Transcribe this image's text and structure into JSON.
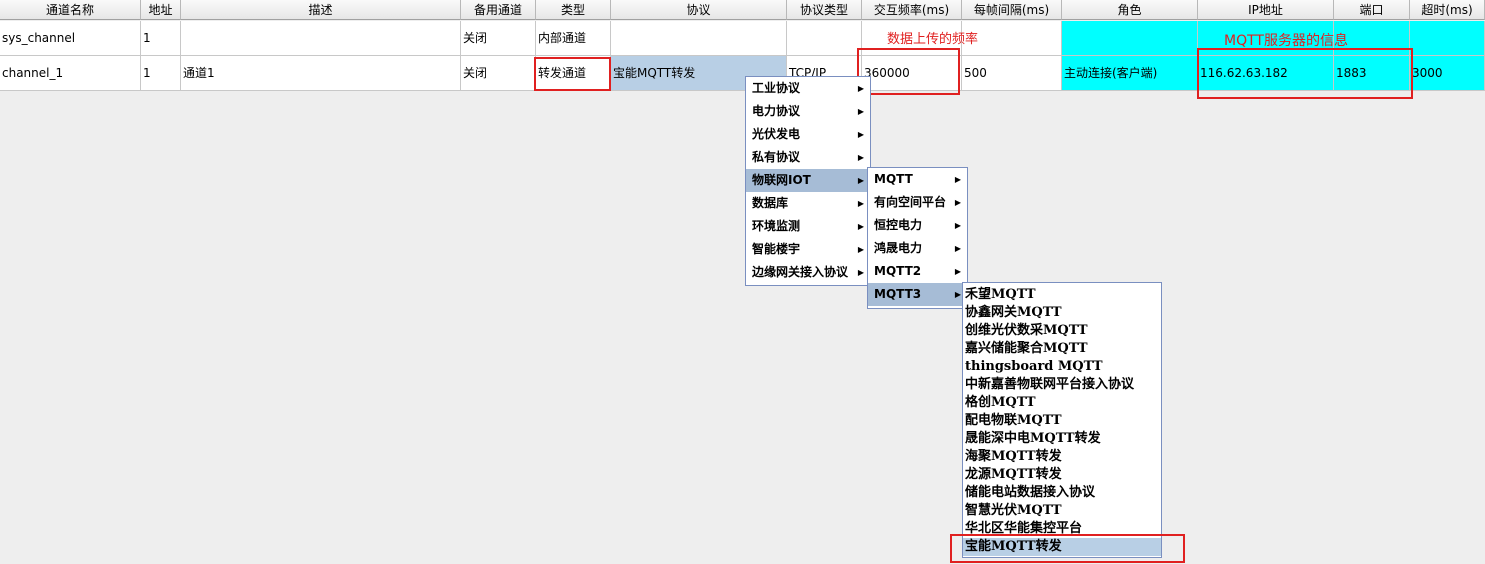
{
  "headers": [
    "通道名称",
    "地址",
    "描述",
    "备用通道",
    "类型",
    "协议",
    "协议类型",
    "交互频率(ms)",
    "每帧间隔(ms)",
    "角色",
    "IP地址",
    "端口",
    "超时(ms)"
  ],
  "rows": [
    {
      "name": "sys_channel",
      "addr": "1",
      "desc": "",
      "backup": "关闭",
      "type": "内部通道",
      "protocol": "",
      "ptype": "",
      "freq": "",
      "interval": "",
      "role": "",
      "ip": "",
      "port": "",
      "timeout": ""
    },
    {
      "name": "channel_1",
      "addr": "1",
      "desc": "通道1",
      "backup": "关闭",
      "type": "转发通道",
      "protocol": "宝能MQTT转发",
      "ptype": "TCP/IP",
      "freq": "360000",
      "interval": "500",
      "role": "主动连接(客户端)",
      "ip": "116.62.63.182",
      "port": "1883",
      "timeout": "3000"
    }
  ],
  "annotations": {
    "freq_note": "数据上传的频率",
    "mqtt_note": "MQTT服务器的信息"
  },
  "menu1": [
    "工业协议",
    "电力协议",
    "光伏发电",
    "私有协议",
    "物联网IOT",
    "数据库",
    "环境监测",
    "智能楼宇",
    "边缘网关接入协议"
  ],
  "menu2": [
    "MQTT",
    "有向空间平台",
    "恒控电力",
    "鸿晟电力",
    "MQTT2",
    "MQTT3"
  ],
  "menu3": [
    "禾望MQTT",
    "协鑫网关MQTT",
    "创维光伏数采MQTT",
    "嘉兴储能聚合MQTT",
    "thingsboard MQTT",
    "中新嘉善物联网平台接入协议",
    "格创MQTT",
    "配电物联MQTT",
    "晟能深中电MQTT转发",
    "海聚MQTT转发",
    "龙源MQTT转发",
    "储能电站数据接入协议",
    "智慧光伏MQTT",
    "华北区华能集控平台",
    "宝能MQTT转发"
  ],
  "colors": {
    "highlight": "#00ffff",
    "annotation": "#e02020",
    "menu_selected": "#a6bcd6"
  }
}
